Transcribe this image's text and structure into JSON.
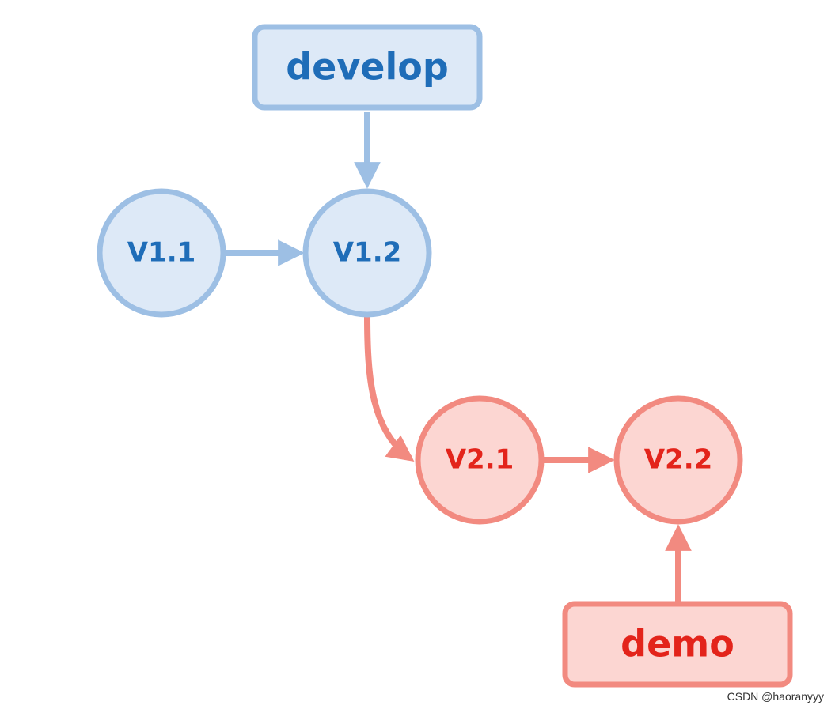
{
  "colors": {
    "blue_fill": "#dde9f7",
    "blue_stroke": "#9dbfe4",
    "blue_text": "#1f6db8",
    "red_fill": "#fcd6d2",
    "red_stroke": "#f28a80",
    "red_text": "#e3241b"
  },
  "branches": {
    "develop": "develop",
    "demo": "demo"
  },
  "commits": {
    "v11": "V1.1",
    "v12": "V1.2",
    "v21": "V2.1",
    "v22": "V2.2"
  },
  "watermark": "CSDN @haoranyyy"
}
